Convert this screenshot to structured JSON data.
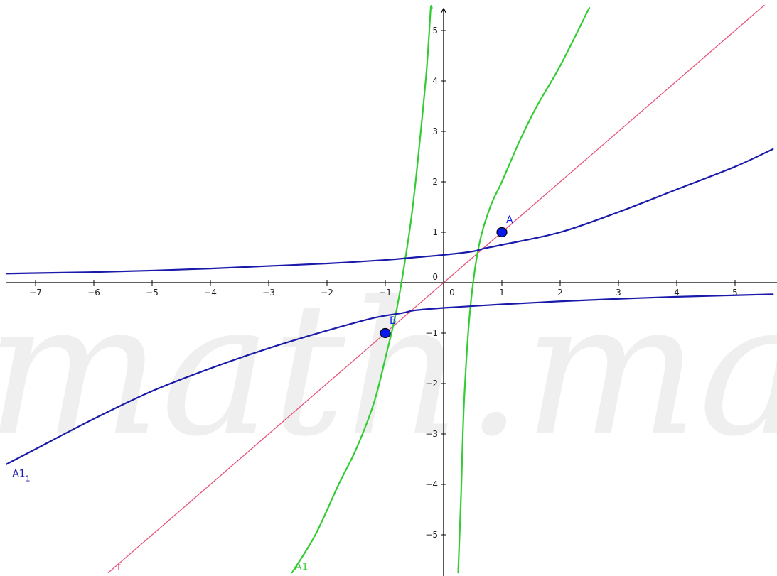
{
  "watermark": "math.ma",
  "chart_data": {
    "type": "line",
    "title": "",
    "xlabel": "",
    "ylabel": "",
    "xlim": [
      -7.5,
      5.65
    ],
    "ylim": [
      -5.75,
      5.45
    ],
    "grid": false,
    "x_ticks": [
      -7,
      -6,
      -5,
      -4,
      -3,
      -2,
      -1,
      1,
      2,
      3,
      4,
      5
    ],
    "y_ticks": [
      -5,
      -4,
      -3,
      -2,
      -1,
      1,
      2,
      3,
      4,
      5
    ],
    "origin_label": "0",
    "colors": {
      "line_f": "#e8577a",
      "curve_A1": "#33cc33",
      "curve_A1_1": "#1a1aaa",
      "point": "#0a1aee"
    },
    "series": [
      {
        "name": "f",
        "kind": "line",
        "x": [
          -5.75,
          5.5
        ],
        "y": [
          -5.75,
          5.5
        ]
      },
      {
        "name": "A1",
        "kind": "curve",
        "x": [
          -2.6,
          -2.2,
          -1.8,
          -1.5,
          -1.2,
          -1.0,
          -0.8,
          -0.6,
          -0.5,
          -0.4,
          -0.3,
          -0.25,
          -0.22,
          -0.2
        ],
        "y": [
          -5.75,
          -5.0,
          -4.0,
          -3.3,
          -2.4,
          -1.5,
          -0.5,
          0.9,
          1.8,
          2.9,
          4.1,
          4.9,
          5.45,
          5.45
        ]
      },
      {
        "name": "A1",
        "kind": "curve",
        "x": [
          0.25,
          0.3,
          0.35,
          0.45,
          0.6,
          0.8,
          1.0,
          1.3,
          1.6,
          2.0,
          2.5
        ],
        "y": [
          -5.75,
          -4.2,
          -2.4,
          -0.6,
          0.7,
          1.5,
          2.0,
          2.8,
          3.5,
          4.3,
          5.45
        ]
      },
      {
        "name": "A1_1",
        "kind": "curve",
        "x": [
          -7.5,
          -7,
          -6,
          -5,
          -4,
          -3,
          -2,
          -1,
          -0.5,
          0,
          0.5,
          0.7,
          1,
          2,
          3,
          4,
          5,
          5.65
        ],
        "y": [
          0.18,
          0.19,
          0.21,
          0.24,
          0.28,
          0.33,
          0.38,
          0.45,
          0.5,
          0.55,
          0.62,
          0.68,
          0.75,
          1.0,
          1.4,
          1.85,
          2.3,
          2.65
        ]
      },
      {
        "name": "A1_1",
        "kind": "curve",
        "x": [
          -7.5,
          -7,
          -6,
          -5,
          -4,
          -3,
          -2,
          -1.2,
          -0.7,
          -0.5,
          0,
          1,
          2,
          3,
          4,
          5,
          5.65
        ],
        "y": [
          -3.6,
          -3.3,
          -2.7,
          -2.15,
          -1.7,
          -1.3,
          -0.95,
          -0.7,
          -0.6,
          -0.55,
          -0.5,
          -0.43,
          -0.37,
          -0.32,
          -0.28,
          -0.25,
          -0.23
        ]
      }
    ],
    "points": [
      {
        "name": "A",
        "x": 1,
        "y": 1
      },
      {
        "name": "B",
        "x": -1,
        "y": -1
      }
    ],
    "curve_labels": [
      {
        "text": "f",
        "x": -5.6,
        "y": -5.7,
        "series": "f"
      },
      {
        "text": "A1",
        "x": -2.55,
        "y": -5.7,
        "series": "A1"
      },
      {
        "text": "A1",
        "sub": "1",
        "x": -7.4,
        "y": -3.85,
        "series": "A1_1"
      }
    ]
  }
}
